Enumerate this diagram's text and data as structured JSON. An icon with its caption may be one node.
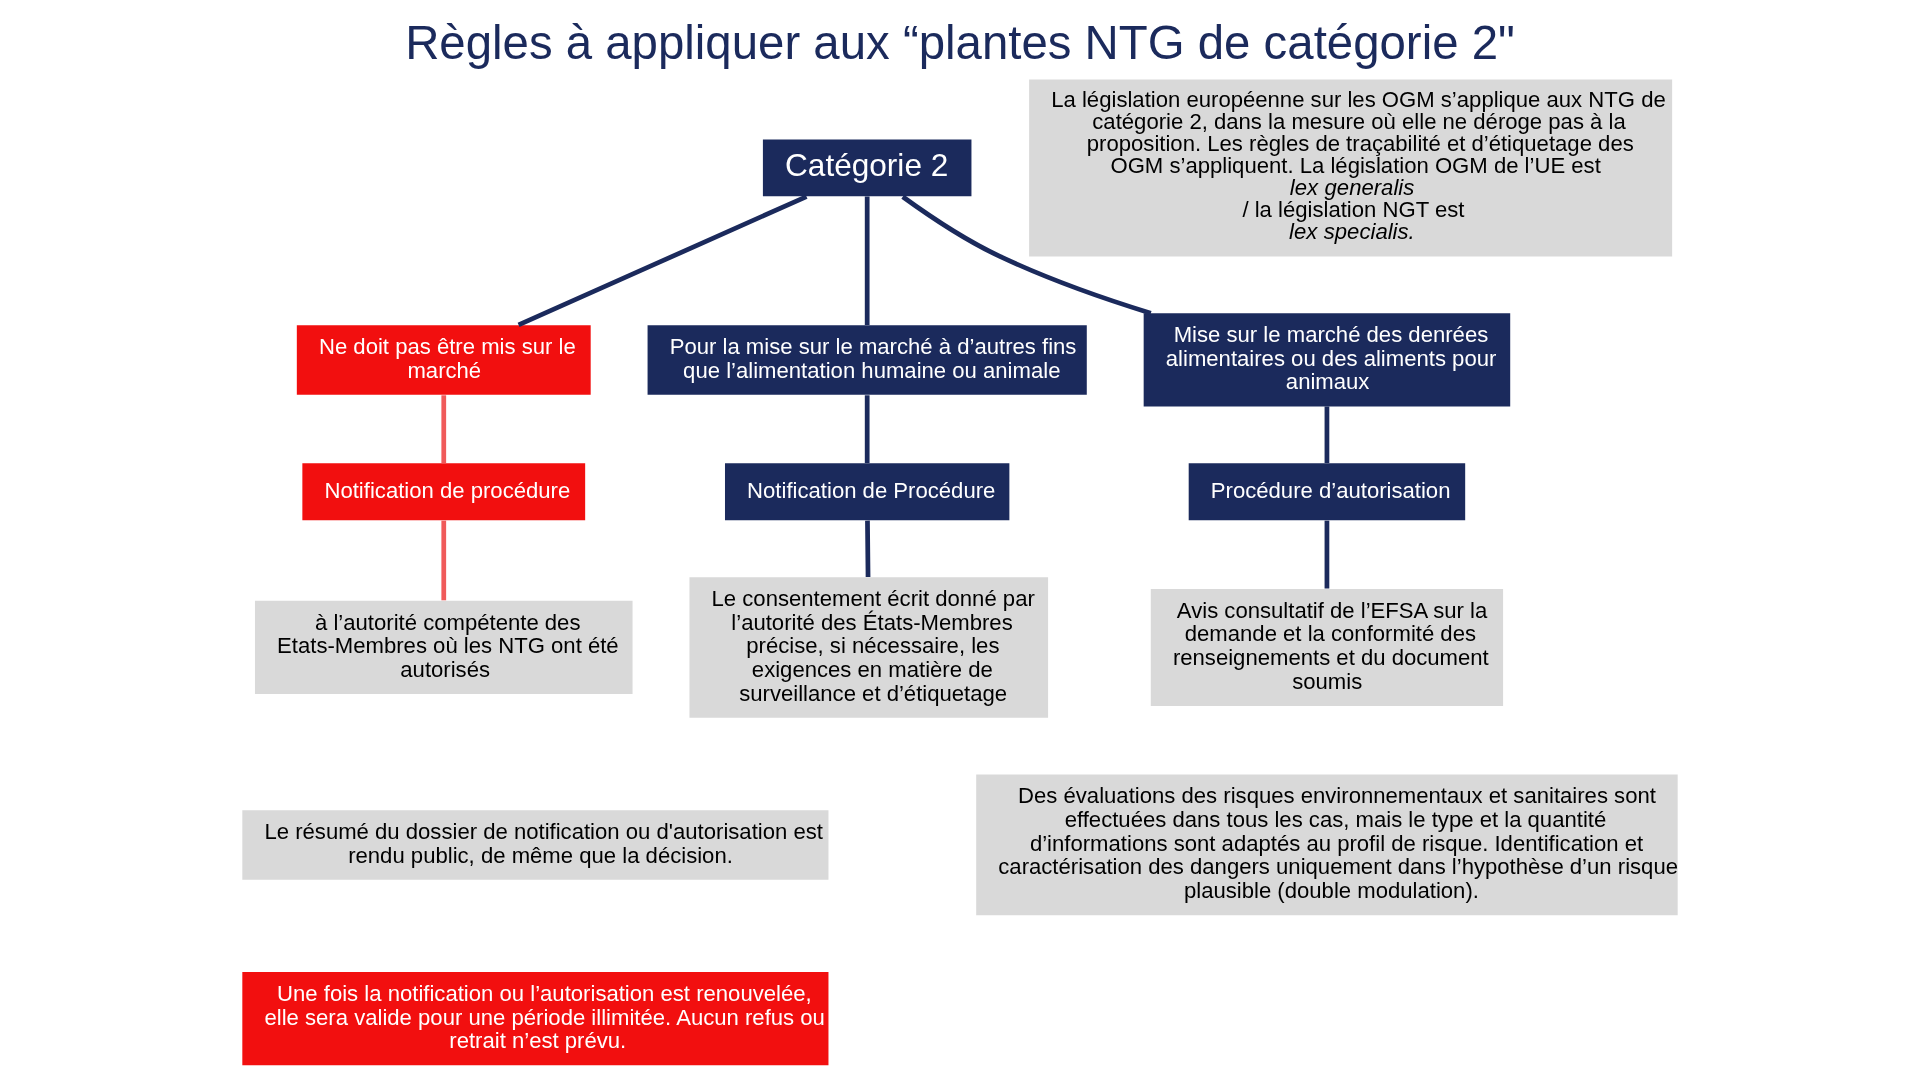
{
  "diagram": {
    "title": "Règles à appliquer aux “plantes NTG de catégorie 2\"",
    "nodes": [
      {
        "text": [
          "Catégorie 2"
        ]
      },
      {
        "text": [
          "Ne doit pas être mis sur le marché"
        ]
      },
      {
        "text": [
          "Notification de procédure"
        ]
      },
      {
        "text": [
          "à l’autorité compétente des Etats-Membres où les NTG ont été autorisés"
        ]
      },
      {
        "text": [
          "Pour la mise sur le marché à d’autres fins que l’alimentation humaine ou animale"
        ]
      },
      {
        "text": [
          "Notification de Procédure"
        ]
      },
      {
        "text": [
          "Le consentement écrit donné par l’autorité des États-Membres précise, si nécessaire, les exigences en matière de surveillance et d’étiquetage"
        ]
      },
      {
        "text": [
          "Mise sur le marché des denrées alimentaires ou des aliments pour animaux"
        ]
      },
      {
        "text": [
          "Procédure d’autorisation"
        ]
      },
      {
        "text": [
          "Avis consultatif de l’EFSA sur la demande et la conformité des renseignements et du document soumis"
        ]
      },
      {
        "text": [
          "La législation européenne sur les OGM s’applique aux NTG de catégorie 2, dans la mesure où elle ne déroge pas à la proposition. Les règles de traçabilité et d’étiquetage des OGM s’appliquent. La législation OGM de l’UE est *lex generalis* / la législation NGT est *lex specialis.*"
        ]
      },
      {
        "text": [
          "Le résumé du dossier de notification ou d'autorisation est rendu public, de même que la décision."
        ]
      },
      {
        "text": [
          "Une fois la notification ou l’autorisation est renouvelée, elle sera valide pour une période illimitée. Aucun refus ou retrait n’est prévu."
        ]
      },
      {
        "text": [
          "Des évaluations des risques environnementaux et sanitaires sont effectuées dans tous les cas, mais le type et la quantité d’informations sont adaptés au profil de risque. Identification et caractérisation des dangers uniquement dans l’hypothèse d’un risque plausible (double modulation)."
        ]
      }
    ],
    "edges": [
      {
        "from": 0,
        "to": 1,
        "arrow": "none"
      },
      {
        "from": 0,
        "to": 4,
        "arrow": "none"
      },
      {
        "from": 0,
        "to": 7,
        "arrow": "none"
      },
      {
        "from": 1,
        "to": 2,
        "arrow": "none",
        "color": "#f05a5a"
      },
      {
        "from": 2,
        "to": 3,
        "arrow": "none",
        "color": "#f05a5a"
      },
      {
        "from": 4,
        "to": 5,
        "arrow": "none"
      },
      {
        "from": 5,
        "to": 6,
        "arrow": "none"
      },
      {
        "from": 7,
        "to": 8,
        "arrow": "none"
      },
      {
        "from": 8,
        "to": 9,
        "arrow": "none"
      }
    ]
  }
}
